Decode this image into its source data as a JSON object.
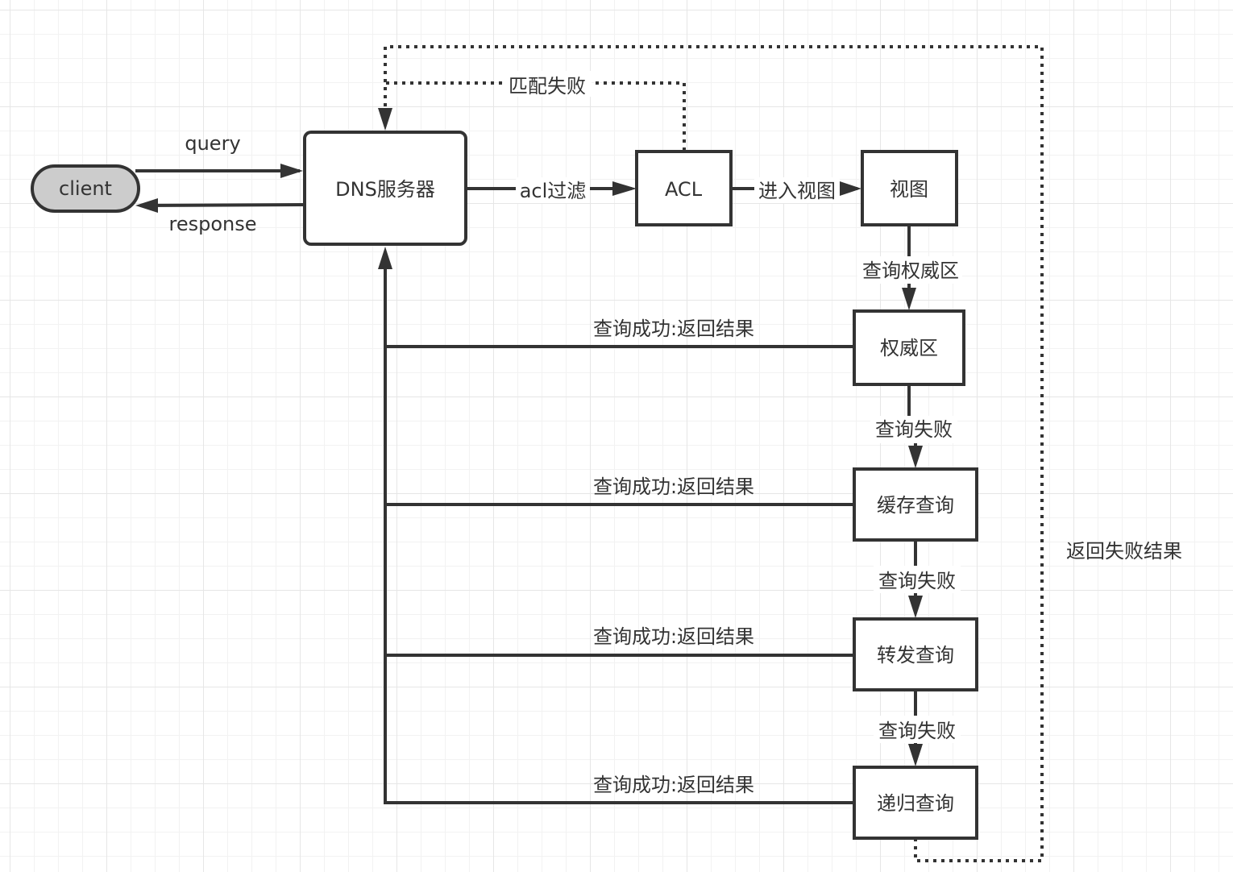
{
  "colors": {
    "stroke": "#333333",
    "client_fill": "#cccccc",
    "node_fill": "#ffffff",
    "text": "#333333",
    "grid_minor": "#f2f2f2",
    "grid_major": "#e6e6e6"
  },
  "nodes": {
    "client": "client",
    "dns_server": "DNS服务器",
    "acl": "ACL",
    "view": "视图",
    "authority_zone": "权威区",
    "cache_query": "缓存查询",
    "forward_query": "转发查询",
    "recursive_query": "递归查询"
  },
  "edges": {
    "query": "query",
    "response": "response",
    "acl_filter": "acl过滤",
    "match_failed": "匹配失败",
    "enter_view": "进入视图",
    "query_authority": "查询权威区",
    "query_failed_1": "查询失败",
    "query_failed_2": "查询失败",
    "query_failed_3": "查询失败",
    "success_1": "查询成功:返回结果",
    "success_2": "查询成功:返回结果",
    "success_3": "查询成功:返回结果",
    "success_4": "查询成功:返回结果",
    "return_failure": "返回失败结果"
  }
}
